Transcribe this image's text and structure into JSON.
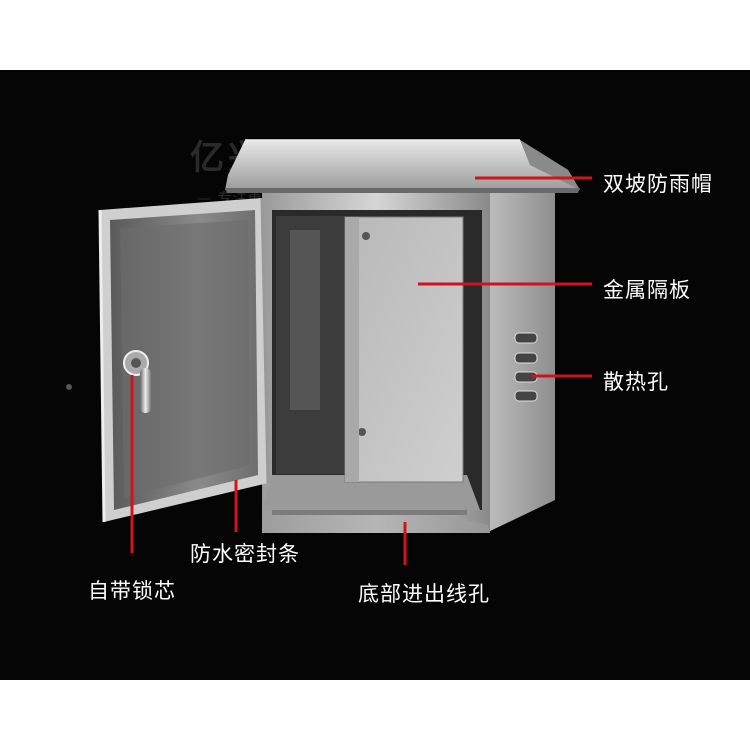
{
  "watermark": {
    "brand": "亿兴安防",
    "slogan": "— 专注更专业"
  },
  "labels": {
    "rain_cap": "双坡防雨帽",
    "metal_plate": "金属隔板",
    "vent_holes": "散热孔",
    "seal_strip": "防水密封条",
    "lock_core": "自带锁芯",
    "bottom_holes": "底部进出线孔"
  },
  "colors": {
    "background": "#050505",
    "pointer": "#d0141a",
    "text": "#ffffff"
  }
}
